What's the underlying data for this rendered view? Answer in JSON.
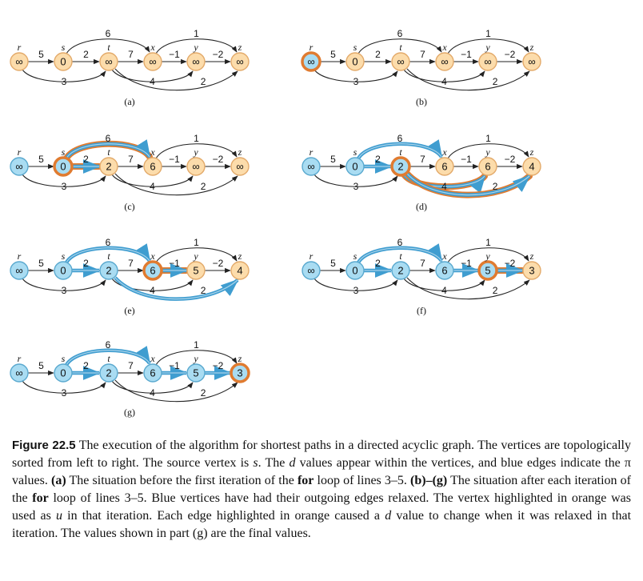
{
  "vertex_names": [
    "r",
    "s",
    "t",
    "x",
    "y",
    "z"
  ],
  "colors": {
    "unvisited_fill": "#fcdcab",
    "unvisited_stroke": "#e3aa6a",
    "done_fill": "#a9dcf2",
    "done_stroke": "#5aa9cf",
    "orange_highlight": "#e07b30",
    "blue_edge": "#3f9dd0",
    "black_edge": "#222222"
  },
  "edges": [
    {
      "from": "r",
      "to": "s",
      "w": "5",
      "shape": "straight"
    },
    {
      "from": "r",
      "to": "t",
      "w": "3",
      "shape": "arc-below"
    },
    {
      "from": "s",
      "to": "t",
      "w": "2",
      "shape": "straight"
    },
    {
      "from": "s",
      "to": "x",
      "w": "6",
      "shape": "arc-above"
    },
    {
      "from": "t",
      "to": "x",
      "w": "7",
      "shape": "straight"
    },
    {
      "from": "t",
      "to": "y",
      "w": "4",
      "shape": "arc-below"
    },
    {
      "from": "t",
      "to": "z",
      "w": "2",
      "shape": "arc-below-long"
    },
    {
      "from": "x",
      "to": "y",
      "w": "−1",
      "shape": "straight"
    },
    {
      "from": "x",
      "to": "z",
      "w": "1",
      "shape": "arc-above"
    },
    {
      "from": "y",
      "to": "z",
      "w": "−2",
      "shape": "straight"
    }
  ],
  "panels": [
    {
      "label": "(a)",
      "d": [
        "∞",
        "0",
        "∞",
        "∞",
        "∞",
        "∞"
      ],
      "state": [
        "w",
        "w",
        "w",
        "w",
        "w",
        "w"
      ],
      "current": null,
      "blue_edges": [],
      "orange_edges": []
    },
    {
      "label": "(b)",
      "d": [
        "∞",
        "0",
        "∞",
        "∞",
        "∞",
        "∞"
      ],
      "state": [
        "b",
        "w",
        "w",
        "w",
        "w",
        "w"
      ],
      "current": "r",
      "blue_edges": [],
      "orange_edges": []
    },
    {
      "label": "(c)",
      "d": [
        "∞",
        "0",
        "2",
        "6",
        "∞",
        "∞"
      ],
      "state": [
        "b",
        "b",
        "w",
        "w",
        "w",
        "w"
      ],
      "current": "s",
      "blue_edges": [
        "s-t",
        "s-x"
      ],
      "orange_edges": [
        "s-t",
        "s-x"
      ]
    },
    {
      "label": "(d)",
      "d": [
        "∞",
        "0",
        "2",
        "6",
        "6",
        "4"
      ],
      "state": [
        "b",
        "b",
        "b",
        "w",
        "w",
        "w"
      ],
      "current": "t",
      "blue_edges": [
        "s-t",
        "s-x",
        "t-y",
        "t-z"
      ],
      "orange_edges": [
        "t-y",
        "t-z"
      ]
    },
    {
      "label": "(e)",
      "d": [
        "∞",
        "0",
        "2",
        "6",
        "5",
        "4"
      ],
      "state": [
        "b",
        "b",
        "b",
        "b",
        "w",
        "w"
      ],
      "current": "x",
      "blue_edges": [
        "s-t",
        "s-x",
        "x-y",
        "t-z"
      ],
      "orange_edges": [
        "x-y"
      ]
    },
    {
      "label": "(f)",
      "d": [
        "∞",
        "0",
        "2",
        "6",
        "5",
        "3"
      ],
      "state": [
        "b",
        "b",
        "b",
        "b",
        "b",
        "w"
      ],
      "current": "y",
      "blue_edges": [
        "s-t",
        "s-x",
        "x-y",
        "y-z"
      ],
      "orange_edges": [
        "y-z"
      ]
    },
    {
      "label": "(g)",
      "d": [
        "∞",
        "0",
        "2",
        "6",
        "5",
        "3"
      ],
      "state": [
        "b",
        "b",
        "b",
        "b",
        "b",
        "b"
      ],
      "current": "z",
      "blue_edges": [
        "s-t",
        "s-x",
        "x-y",
        "y-z"
      ],
      "orange_edges": []
    }
  ],
  "caption": {
    "fig_label": "Figure 22.5",
    "p1": " The execution of the algorithm for shortest paths in a directed acyclic graph. The vertices are topologically sorted from left to right. The source vertex is ",
    "source_var": "s",
    "p2": ". The ",
    "d_var": "d",
    "p3": " values appear within the vertices, and blue edges indicate the π values. ",
    "a_label": "(a)",
    "p4": " The situation before the first iteration of the ",
    "for1": "for",
    "p5": " loop of lines 3–5. ",
    "bg_label": "(b)–(g)",
    "p6": " The situation after each iteration of the ",
    "for2": "for",
    "p7": " loop of lines 3–5. Blue vertices have had their outgoing edges relaxed. The vertex highlighted in orange was used as ",
    "u_var": "u",
    "p8": " in that iteration. Each edge highlighted in orange caused a ",
    "d_var2": "d",
    "p9": " value to change when it was relaxed in that iteration. The values shown in part (g) are the final values."
  }
}
